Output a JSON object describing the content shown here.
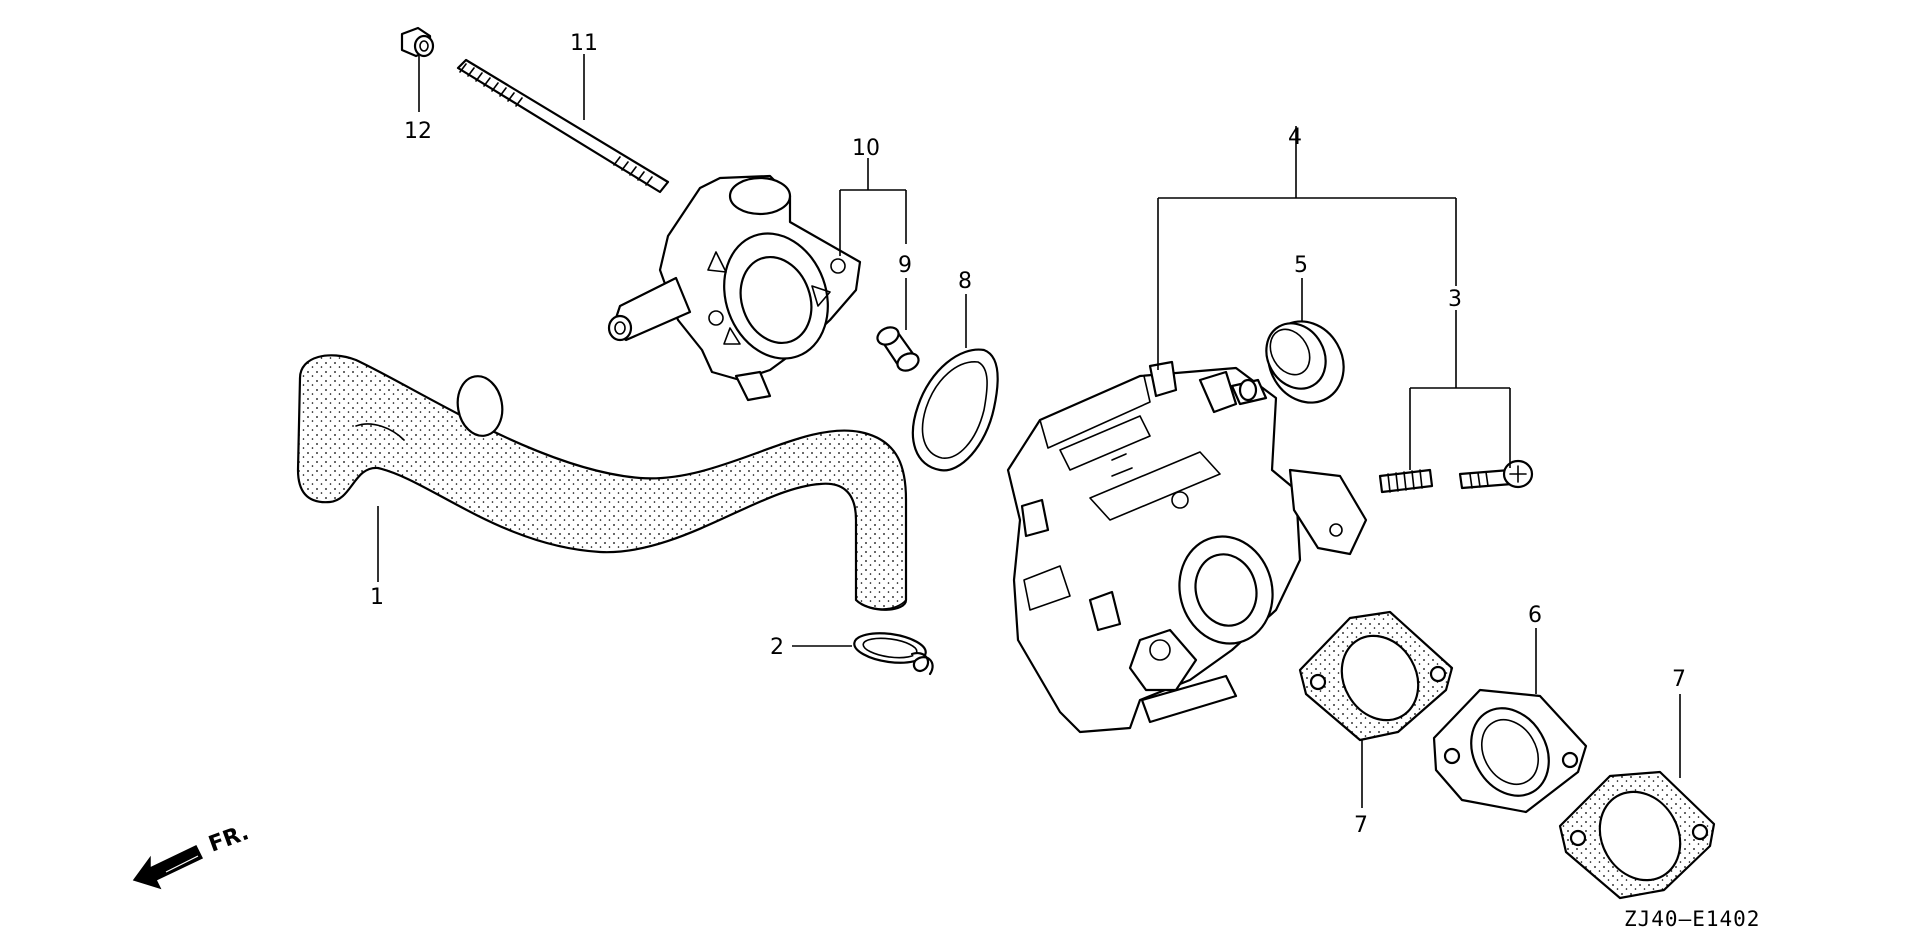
{
  "callouts": {
    "c1": "1",
    "c2": "2",
    "c3": "3",
    "c4": "4",
    "c5": "5",
    "c6": "6",
    "c7a": "7",
    "c7b": "7",
    "c8": "8",
    "c9": "9",
    "c10": "10",
    "c11": "11",
    "c12": "12"
  },
  "direction_label": "FR.",
  "diagram_code": "ZJ40—E1402"
}
